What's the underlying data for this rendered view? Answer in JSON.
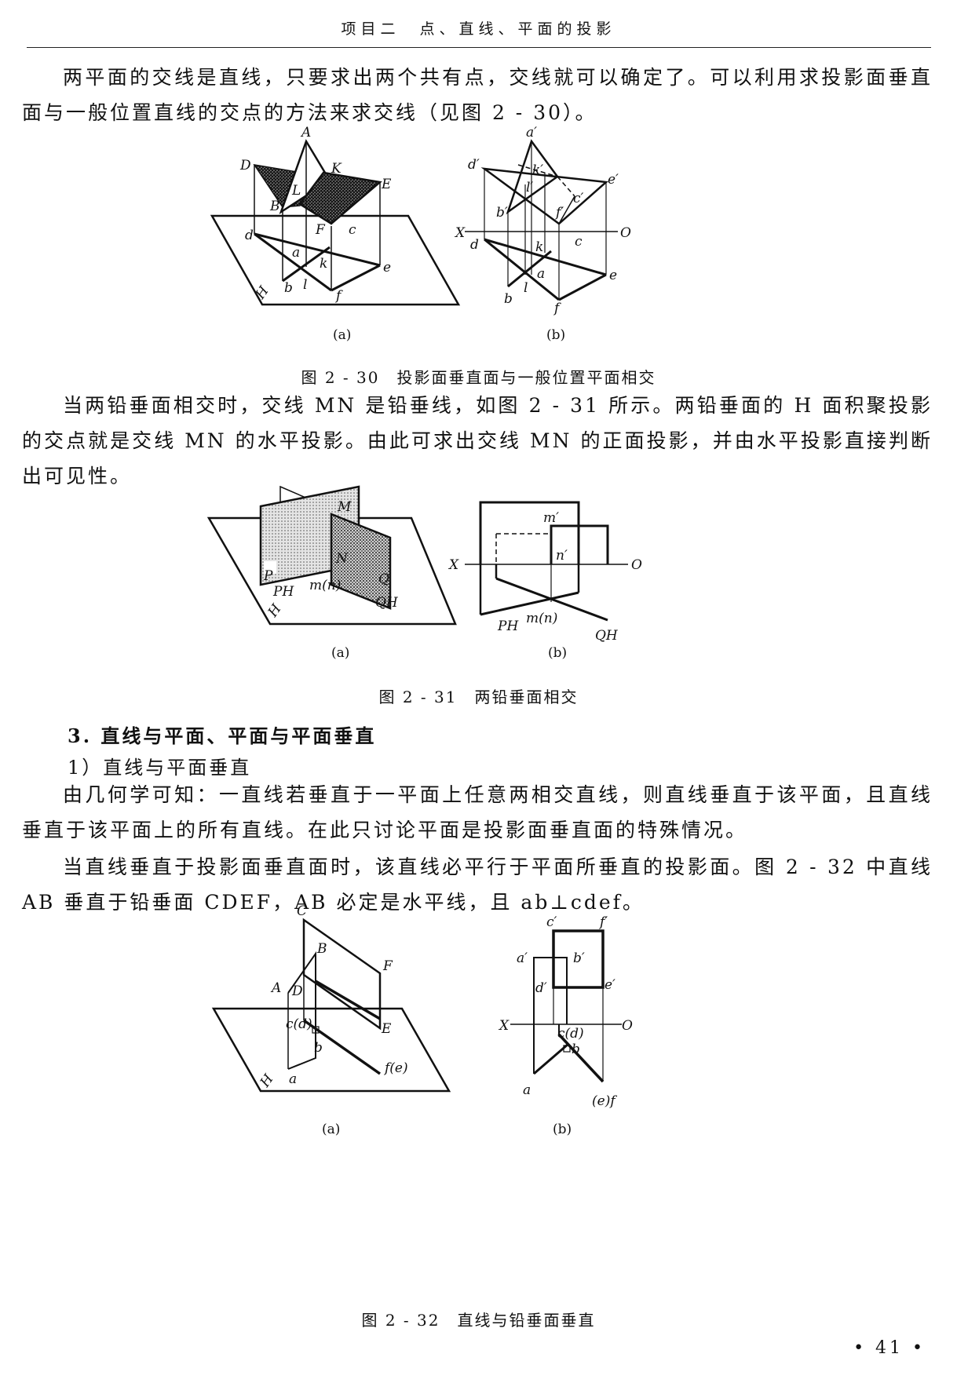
{
  "header": {
    "title": "项目二　点、直线、平面的投影"
  },
  "paragraphs": {
    "p1": "两平面的交线是直线，只要求出两个共有点，交线就可以确定了。可以利用求投影面垂直面与一般位置直线的交点的方法来求交线（见图 2 - 30）。",
    "p2": "当两铅垂面相交时，交线 MN 是铅垂线，如图 2 - 31 所示。两铅垂面的 H 面积聚投影的交点就是交线 MN 的水平投影。由此可求出交线 MN 的正面投影，并由水平投影直接判断出可见性。",
    "p3": "由几何学可知：一直线若垂直于一平面上任意两相交直线，则直线垂直于该平面，且直线垂直于该平面上的所有直线。在此只讨论平面是投影面垂直面的特殊情况。",
    "p4": "当直线垂直于投影面垂直面时，该直线必平行于平面所垂直的投影面。图 2 - 32 中直线 AB 垂直于铅垂面 CDEF，AB 必定是水平线，且 ab⊥cdef。"
  },
  "section": {
    "heading": "3. 直线与平面、平面与平面垂直",
    "subheading": "1）直线与平面垂直"
  },
  "figures": {
    "fig30": {
      "caption": "图 2 - 30　投影面垂直面与一般位置平面相交",
      "sub_a": "(a)",
      "sub_b": "(b)",
      "labels_a": {
        "A": "A",
        "D": "D",
        "K": "K",
        "E": "E",
        "L": "L",
        "B": "B",
        "F": "F",
        "c": "c",
        "d": "d",
        "a": "a",
        "k": "k",
        "e": "e",
        "b": "b",
        "l": "l",
        "f": "f",
        "H": "H"
      },
      "labels_b": {
        "a1": "a′",
        "d1": "d′",
        "k1": "k′",
        "e1": "e′",
        "l1": "l′",
        "c1": "c′",
        "b1": "b′",
        "f1": "f′",
        "X": "X",
        "O": "O",
        "d": "d",
        "k": "k",
        "c": "c",
        "a": "a",
        "l": "l",
        "e": "e",
        "b": "b",
        "f": "f"
      }
    },
    "fig31": {
      "caption": "图 2 - 31　两铅垂面相交",
      "sub_a": "(a)",
      "sub_b": "(b)",
      "labels_a": {
        "M": "M",
        "N": "N",
        "P": "P",
        "PH": "PH",
        "mn": "m(n)",
        "Q": "Q",
        "QH": "QH",
        "H": "H"
      },
      "labels_b": {
        "m1": "m′",
        "n1": "n′",
        "X": "X",
        "O": "O",
        "PH": "PH",
        "mn": "m(n)",
        "QH": "QH"
      }
    },
    "fig32": {
      "caption": "图 2 - 32　直线与铅垂面垂直",
      "sub_a": "(a)",
      "sub_b": "(b)",
      "labels_a": {
        "C": "C",
        "B": "B",
        "F": "F",
        "A": "A",
        "D": "D",
        "cd": "c(d)",
        "E": "E",
        "b": "b",
        "fe": "f(e)",
        "a": "a",
        "H": "H"
      },
      "labels_b": {
        "c1": "c′",
        "f1": "f′",
        "a1": "a′",
        "b1": "b′",
        "d1": "d′",
        "e1": "e′",
        "X": "X",
        "O": "O",
        "cd": "c(d)",
        "b": "b",
        "a": "a",
        "ef": "(e)f"
      }
    }
  },
  "page_number": "• 41 •"
}
